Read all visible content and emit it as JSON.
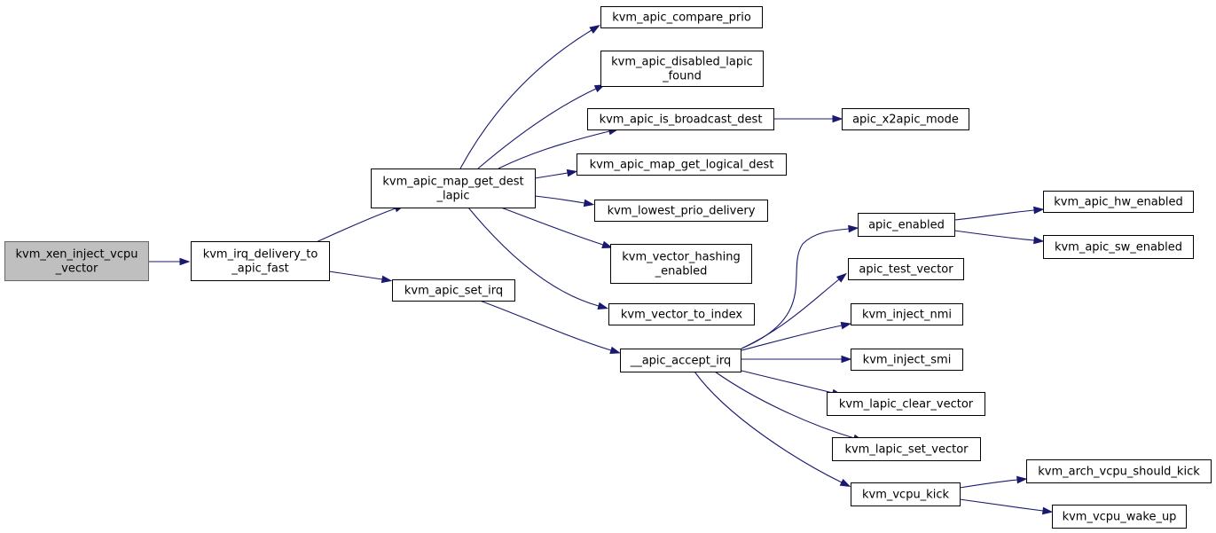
{
  "graph": {
    "root": "kvm_xen_inject_vcpu_vector",
    "nodes": [
      {
        "id": "kvm_xen_inject_vcpu_vector",
        "lines": [
          "kvm_xen_inject_vcpu",
          "_vector"
        ],
        "highlighted": true
      },
      {
        "id": "kvm_irq_delivery_to_apic_fast",
        "lines": [
          "kvm_irq_delivery_to",
          "_apic_fast"
        ]
      },
      {
        "id": "kvm_apic_map_get_dest_lapic",
        "lines": [
          "kvm_apic_map_get_dest",
          "_lapic"
        ]
      },
      {
        "id": "kvm_apic_set_irq",
        "lines": [
          "kvm_apic_set_irq"
        ]
      },
      {
        "id": "kvm_apic_compare_prio",
        "lines": [
          "kvm_apic_compare_prio"
        ]
      },
      {
        "id": "kvm_apic_disabled_lapic_found",
        "lines": [
          "kvm_apic_disabled_lapic",
          "_found"
        ]
      },
      {
        "id": "kvm_apic_is_broadcast_dest",
        "lines": [
          "kvm_apic_is_broadcast_dest"
        ]
      },
      {
        "id": "kvm_apic_map_get_logical_dest",
        "lines": [
          "kvm_apic_map_get_logical_dest"
        ]
      },
      {
        "id": "kvm_lowest_prio_delivery",
        "lines": [
          "kvm_lowest_prio_delivery"
        ]
      },
      {
        "id": "kvm_vector_hashing_enabled",
        "lines": [
          "kvm_vector_hashing",
          "_enabled"
        ]
      },
      {
        "id": "kvm_vector_to_index",
        "lines": [
          "kvm_vector_to_index"
        ]
      },
      {
        "id": "apic_x2apic_mode",
        "lines": [
          "apic_x2apic_mode"
        ]
      },
      {
        "id": "__apic_accept_irq",
        "lines": [
          "__apic_accept_irq"
        ]
      },
      {
        "id": "apic_enabled",
        "lines": [
          "apic_enabled"
        ]
      },
      {
        "id": "apic_test_vector",
        "lines": [
          "apic_test_vector"
        ]
      },
      {
        "id": "kvm_inject_nmi",
        "lines": [
          "kvm_inject_nmi"
        ]
      },
      {
        "id": "kvm_inject_smi",
        "lines": [
          "kvm_inject_smi"
        ]
      },
      {
        "id": "kvm_lapic_clear_vector",
        "lines": [
          "kvm_lapic_clear_vector"
        ]
      },
      {
        "id": "kvm_lapic_set_vector",
        "lines": [
          "kvm_lapic_set_vector"
        ]
      },
      {
        "id": "kvm_vcpu_kick",
        "lines": [
          "kvm_vcpu_kick"
        ]
      },
      {
        "id": "kvm_apic_hw_enabled",
        "lines": [
          "kvm_apic_hw_enabled"
        ]
      },
      {
        "id": "kvm_apic_sw_enabled",
        "lines": [
          "kvm_apic_sw_enabled"
        ]
      },
      {
        "id": "kvm_arch_vcpu_should_kick",
        "lines": [
          "kvm_arch_vcpu_should_kick"
        ]
      },
      {
        "id": "kvm_vcpu_wake_up",
        "lines": [
          "kvm_vcpu_wake_up"
        ]
      }
    ],
    "edges": [
      {
        "from": "kvm_xen_inject_vcpu_vector",
        "to": "kvm_irq_delivery_to_apic_fast"
      },
      {
        "from": "kvm_irq_delivery_to_apic_fast",
        "to": "kvm_apic_map_get_dest_lapic"
      },
      {
        "from": "kvm_irq_delivery_to_apic_fast",
        "to": "kvm_apic_set_irq"
      },
      {
        "from": "kvm_apic_map_get_dest_lapic",
        "to": "kvm_apic_compare_prio"
      },
      {
        "from": "kvm_apic_map_get_dest_lapic",
        "to": "kvm_apic_disabled_lapic_found"
      },
      {
        "from": "kvm_apic_map_get_dest_lapic",
        "to": "kvm_apic_is_broadcast_dest"
      },
      {
        "from": "kvm_apic_map_get_dest_lapic",
        "to": "kvm_apic_map_get_logical_dest"
      },
      {
        "from": "kvm_apic_map_get_dest_lapic",
        "to": "kvm_lowest_prio_delivery"
      },
      {
        "from": "kvm_apic_map_get_dest_lapic",
        "to": "kvm_vector_hashing_enabled"
      },
      {
        "from": "kvm_apic_map_get_dest_lapic",
        "to": "kvm_vector_to_index"
      },
      {
        "from": "kvm_apic_is_broadcast_dest",
        "to": "apic_x2apic_mode"
      },
      {
        "from": "kvm_apic_set_irq",
        "to": "__apic_accept_irq"
      },
      {
        "from": "__apic_accept_irq",
        "to": "apic_enabled"
      },
      {
        "from": "__apic_accept_irq",
        "to": "apic_test_vector"
      },
      {
        "from": "__apic_accept_irq",
        "to": "kvm_inject_nmi"
      },
      {
        "from": "__apic_accept_irq",
        "to": "kvm_inject_smi"
      },
      {
        "from": "__apic_accept_irq",
        "to": "kvm_lapic_clear_vector"
      },
      {
        "from": "__apic_accept_irq",
        "to": "kvm_lapic_set_vector"
      },
      {
        "from": "__apic_accept_irq",
        "to": "kvm_vcpu_kick"
      },
      {
        "from": "apic_enabled",
        "to": "kvm_apic_hw_enabled"
      },
      {
        "from": "apic_enabled",
        "to": "kvm_apic_sw_enabled"
      },
      {
        "from": "kvm_vcpu_kick",
        "to": "kvm_arch_vcpu_should_kick"
      },
      {
        "from": "kvm_vcpu_kick",
        "to": "kvm_vcpu_wake_up"
      }
    ]
  },
  "colors": {
    "edge": "#191970",
    "node_border": "#000000",
    "root_fill": "#bfbfbf",
    "root_border": "#666666",
    "node_fill": "#ffffff"
  }
}
